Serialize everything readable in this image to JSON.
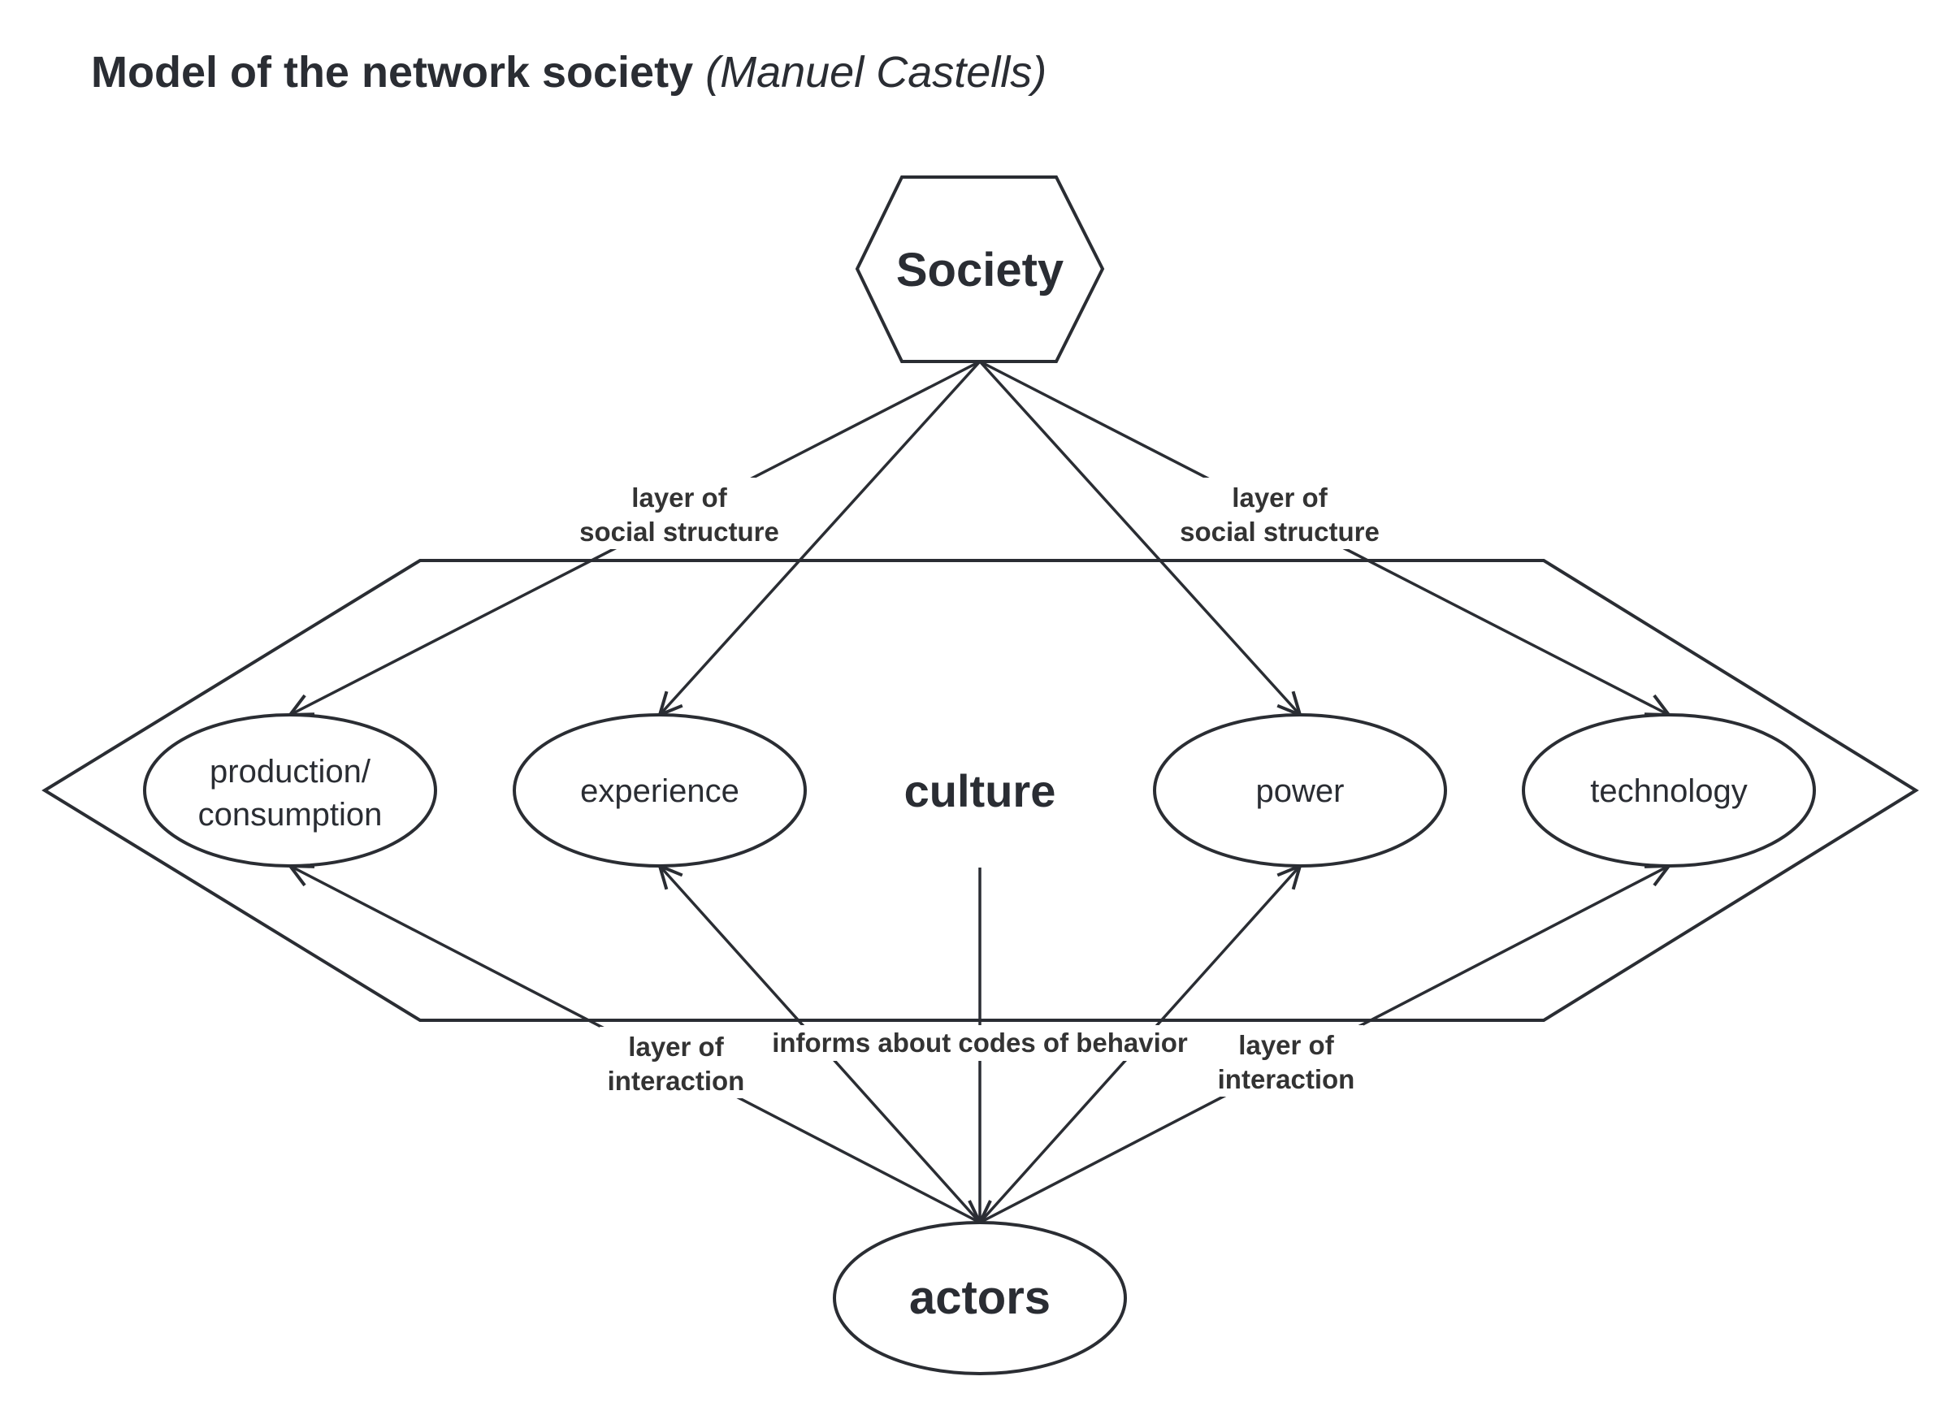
{
  "title": {
    "main": "Model of the network society",
    "author": "(Manuel Castells)"
  },
  "nodes": {
    "society": "Society",
    "culture": "culture",
    "actors": "actors",
    "spheres": [
      {
        "id": "production",
        "lines": [
          "production/",
          "consumption"
        ]
      },
      {
        "id": "experience",
        "lines": [
          "experience"
        ]
      },
      {
        "id": "power",
        "lines": [
          "power"
        ]
      },
      {
        "id": "technology",
        "lines": [
          "technology"
        ]
      }
    ]
  },
  "edge_labels": {
    "social_structure_left": [
      "layer of",
      "social structure"
    ],
    "social_structure_right": [
      "layer of",
      "social structure"
    ],
    "interaction_left": [
      "layer of",
      "interaction"
    ],
    "interaction_right": [
      "layer of",
      "interaction"
    ],
    "codes_of_behavior": "informs about codes of behavior"
  },
  "edges": [
    {
      "from": "society",
      "to": "production",
      "label": "social_structure_left"
    },
    {
      "from": "society",
      "to": "experience"
    },
    {
      "from": "society",
      "to": "power"
    },
    {
      "from": "society",
      "to": "technology",
      "label": "social_structure_right"
    },
    {
      "from": "actors",
      "to": "production",
      "label": "interaction_left"
    },
    {
      "from": "actors",
      "to": "experience"
    },
    {
      "from": "actors",
      "to": "power"
    },
    {
      "from": "actors",
      "to": "technology",
      "label": "interaction_right"
    },
    {
      "from": "culture",
      "to": "actors",
      "label": "codes_of_behavior"
    }
  ],
  "colors": {
    "stroke": "#2a2d33",
    "text": "#2a2d33",
    "label_text": "#333333",
    "background": "#ffffff"
  }
}
